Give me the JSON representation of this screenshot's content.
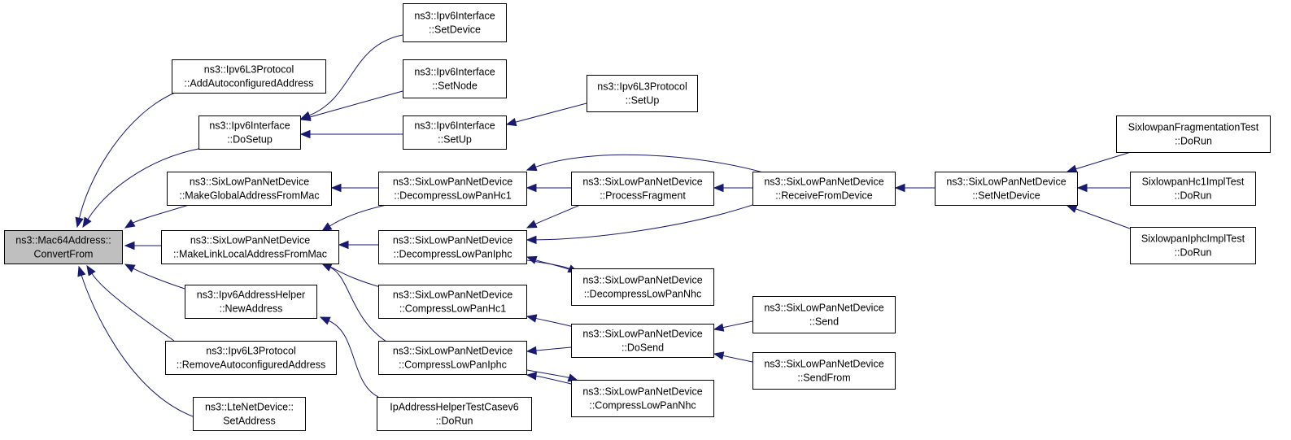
{
  "graph": {
    "colors": {
      "edge": "#191970",
      "node_border": "#000000",
      "root_fill": "#bfbfbf",
      "node_fill": "#ffffff"
    },
    "nodes": [
      {
        "id": "root",
        "line1": "ns3::Mac64Address::",
        "line2": "ConvertFrom",
        "highlighted": true
      },
      {
        "id": "addauto",
        "line1": "ns3::Ipv6L3Protocol",
        "line2": "::AddAutoconfiguredAddress"
      },
      {
        "id": "dosetup",
        "line1": "ns3::Ipv6Interface",
        "line2": "::DoSetup"
      },
      {
        "id": "mkglobal",
        "line1": "ns3::SixLowPanNetDevice",
        "line2": "::MakeGlobalAddressFromMac"
      },
      {
        "id": "mklink",
        "line1": "ns3::SixLowPanNetDevice",
        "line2": "::MakeLinkLocalAddressFromMac"
      },
      {
        "id": "newaddr",
        "line1": "ns3::Ipv6AddressHelper",
        "line2": "::NewAddress"
      },
      {
        "id": "removeauto",
        "line1": "ns3::Ipv6L3Protocol",
        "line2": "::RemoveAutoconfiguredAddress"
      },
      {
        "id": "ltesetaddr",
        "line1": "ns3::LteNetDevice::",
        "line2": "SetAddress"
      },
      {
        "id": "setdevice",
        "line1": "ns3::Ipv6Interface",
        "line2": "::SetDevice"
      },
      {
        "id": "setnode",
        "line1": "ns3::Ipv6Interface",
        "line2": "::SetNode"
      },
      {
        "id": "ifsetup",
        "line1": "ns3::Ipv6Interface",
        "line2": "::SetUp"
      },
      {
        "id": "dechc1",
        "line1": "ns3::SixLowPanNetDevice",
        "line2": "::DecompressLowPanHc1"
      },
      {
        "id": "deciphc",
        "line1": "ns3::SixLowPanNetDevice",
        "line2": "::DecompressLowPanIphc"
      },
      {
        "id": "comphc1",
        "line1": "ns3::SixLowPanNetDevice",
        "line2": "::CompressLowPanHc1"
      },
      {
        "id": "compiphc",
        "line1": "ns3::SixLowPanNetDevice",
        "line2": "::CompressLowPanIphc"
      },
      {
        "id": "iptest",
        "line1": "IpAddressHelperTestCasev6",
        "line2": "::DoRun"
      },
      {
        "id": "l3setup",
        "line1": "ns3::Ipv6L3Protocol",
        "line2": "::SetUp"
      },
      {
        "id": "procfrag",
        "line1": "ns3::SixLowPanNetDevice",
        "line2": "::ProcessFragment"
      },
      {
        "id": "decnhc",
        "line1": "ns3::SixLowPanNetDevice",
        "line2": "::DecompressLowPanNhc"
      },
      {
        "id": "dosend",
        "line1": "ns3::SixLowPanNetDevice",
        "line2": "::DoSend"
      },
      {
        "id": "compnhc",
        "line1": "ns3::SixLowPanNetDevice",
        "line2": "::CompressLowPanNhc"
      },
      {
        "id": "recvdev",
        "line1": "ns3::SixLowPanNetDevice",
        "line2": "::ReceiveFromDevice"
      },
      {
        "id": "send",
        "line1": "ns3::SixLowPanNetDevice",
        "line2": "::Send"
      },
      {
        "id": "sendfrom",
        "line1": "ns3::SixLowPanNetDevice",
        "line2": "::SendFrom"
      },
      {
        "id": "setnetdev",
        "line1": "ns3::SixLowPanNetDevice",
        "line2": "::SetNetDevice"
      },
      {
        "id": "fragtest",
        "line1": "SixlowpanFragmentationTest",
        "line2": "::DoRun"
      },
      {
        "id": "hc1test",
        "line1": "SixlowpanHc1ImplTest",
        "line2": "::DoRun"
      },
      {
        "id": "iphctest",
        "line1": "SixlowpanIphcImplTest",
        "line2": "::DoRun"
      }
    ],
    "edges": [
      {
        "from": "addauto",
        "to": "root"
      },
      {
        "from": "dosetup",
        "to": "root"
      },
      {
        "from": "mkglobal",
        "to": "root"
      },
      {
        "from": "mklink",
        "to": "root"
      },
      {
        "from": "newaddr",
        "to": "root"
      },
      {
        "from": "removeauto",
        "to": "root"
      },
      {
        "from": "ltesetaddr",
        "to": "root"
      },
      {
        "from": "setdevice",
        "to": "dosetup"
      },
      {
        "from": "setnode",
        "to": "dosetup"
      },
      {
        "from": "ifsetup",
        "to": "dosetup"
      },
      {
        "from": "l3setup",
        "to": "ifsetup"
      },
      {
        "from": "dechc1",
        "to": "mkglobal"
      },
      {
        "from": "dechc1",
        "to": "mklink"
      },
      {
        "from": "deciphc",
        "to": "mklink"
      },
      {
        "from": "comphc1",
        "to": "mklink"
      },
      {
        "from": "compiphc",
        "to": "mklink"
      },
      {
        "from": "iptest",
        "to": "newaddr"
      },
      {
        "from": "procfrag",
        "to": "dechc1"
      },
      {
        "from": "recvdev",
        "to": "dechc1"
      },
      {
        "from": "procfrag",
        "to": "deciphc"
      },
      {
        "from": "recvdev",
        "to": "deciphc"
      },
      {
        "from": "decnhc",
        "to": "deciphc"
      },
      {
        "from": "deciphc",
        "to": "decnhc"
      },
      {
        "from": "dosend",
        "to": "comphc1"
      },
      {
        "from": "dosend",
        "to": "compiphc"
      },
      {
        "from": "compnhc",
        "to": "compiphc"
      },
      {
        "from": "compiphc",
        "to": "compnhc"
      },
      {
        "from": "recvdev",
        "to": "procfrag"
      },
      {
        "from": "send",
        "to": "dosend"
      },
      {
        "from": "sendfrom",
        "to": "dosend"
      },
      {
        "from": "setnetdev",
        "to": "recvdev"
      },
      {
        "from": "fragtest",
        "to": "setnetdev"
      },
      {
        "from": "hc1test",
        "to": "setnetdev"
      },
      {
        "from": "iphctest",
        "to": "setnetdev"
      }
    ]
  }
}
